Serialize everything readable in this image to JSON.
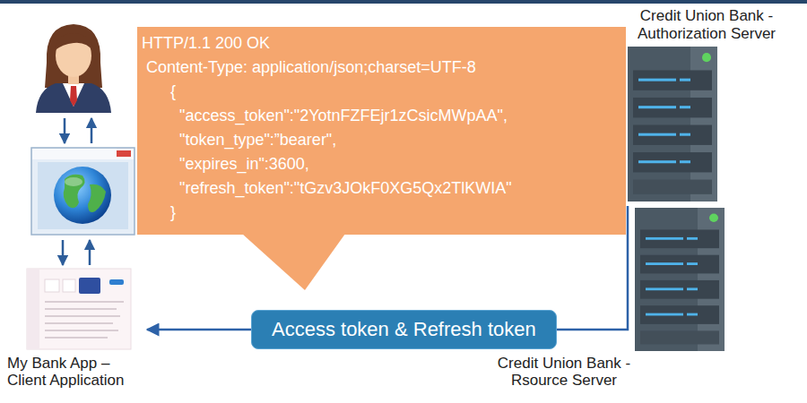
{
  "diagram": {
    "nodes": [
      {
        "text": [
          "HTTP/1.1 200 OK",
          "Content-Type: application/json;charset=UTF-8",
          "{",
          "\"access_token\":\"2YotnFZFEjr1zCsicMWpAA\",",
          "\"token_type\":”bearer\",",
          "\"expires_in\":3600,",
          "\"refresh_token\":\"tGzv3JOkF0XG5Qx2TlKWIA\"",
          "}"
        ]
      },
      {
        "text": [
          "Credit Union Bank - Authorization Server"
        ]
      },
      {
        "text": [
          "My Bank App – Client Application"
        ]
      },
      {
        "text": [
          "Credit Union Bank - Rsource Server"
        ]
      }
    ],
    "edges": [
      {
        "from": 1,
        "to": 2,
        "label": "Access token & Refresh token",
        "arrow": "to"
      }
    ]
  }
}
